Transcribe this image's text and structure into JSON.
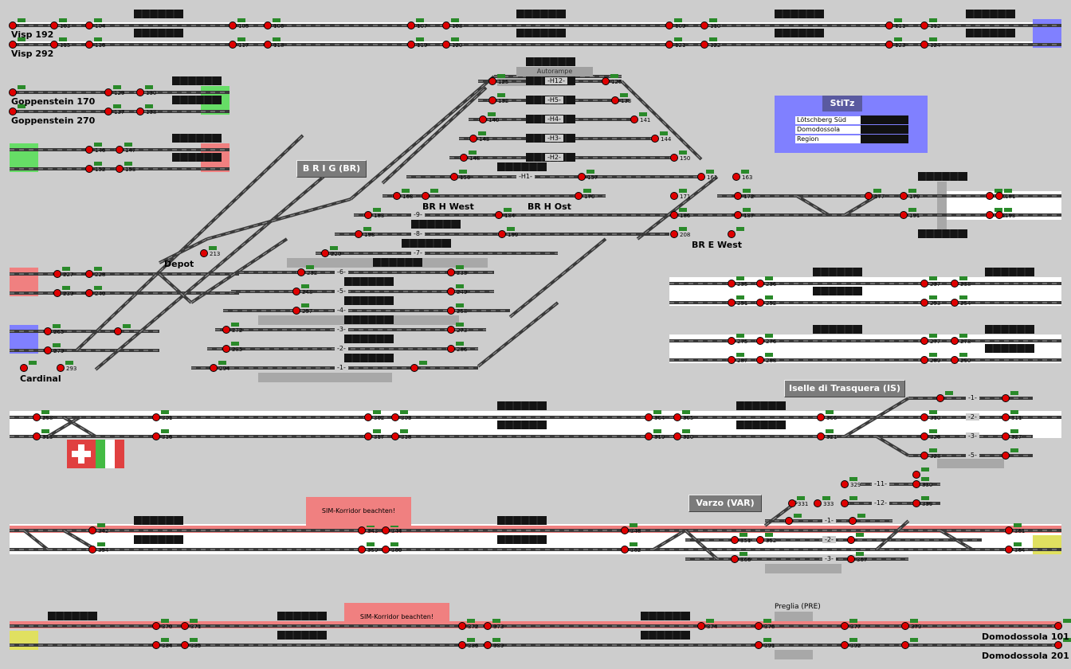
{
  "stations": {
    "visp192": "Visp 192",
    "visp292": "Visp 292",
    "goppenstein170": "Goppenstein 170",
    "goppenstein270": "Goppenstein 270",
    "depot": "Depot",
    "cardinal": "Cardinal",
    "brh_west": "BR H West",
    "brh_ost": "BR H Ost",
    "bre_west": "BR E West",
    "domo101": "Domodossola 101",
    "domo201": "Domodossola 201"
  },
  "boxes": {
    "brig": "B R I G (BR)",
    "iselle": "Iselle di Trasquera (IS)",
    "varzo": "Varzo (VAR)"
  },
  "stitz": {
    "title": "StiTz",
    "rows": [
      "Lötschberg Süd",
      "Domodossola",
      "Region"
    ]
  },
  "autorampe": "Autorampe",
  "preglia": "Preglia (PRE)",
  "sim_warning": "SIM-Korridor beachten!",
  "brig_tracks": [
    "-H12-",
    "-H5-",
    "-H4-",
    "-H3-",
    "-H2-",
    "-H1-",
    "-9-",
    "-8-",
    "-7-",
    "-6-",
    "-5-",
    "-4-",
    "-3-",
    "-2-",
    "-1-"
  ],
  "iselle_tracks": [
    "-1-",
    "-2-",
    "-3-",
    "-5-"
  ],
  "varzo_tracks": [
    "-11-",
    "-12-",
    "-1-",
    "-2-",
    "-3-"
  ],
  "colors": {
    "background": "#cdcdcd",
    "track": "#3a3a3a",
    "signal_red": "#e00000",
    "signal_green": "#2a8a2a",
    "occupied_block": "#141414",
    "red_zone": "#f08080",
    "blue_zone": "#8080ff",
    "green_zone": "#66dd66",
    "yellow_zone": "#e0e060"
  },
  "signal_numbers": {
    "row1": [
      "103",
      "104",
      "105",
      "106",
      "107",
      "108",
      "109",
      "110",
      "111",
      "112"
    ],
    "row2": [
      "115",
      "116",
      "117",
      "118",
      "119",
      "120",
      "121",
      "122",
      "123",
      "124"
    ],
    "gop": [
      "129",
      "130",
      "137",
      "138",
      "146",
      "147",
      "152",
      "153"
    ],
    "brig_a": [
      "125",
      "126",
      "132",
      "133",
      "140",
      "141",
      "143",
      "144",
      "148",
      "150",
      "156",
      "157",
      "161",
      "163",
      "168",
      "170",
      "172",
      "171",
      "176",
      "177",
      "179",
      "180",
      "181",
      "183",
      "184",
      "186",
      "187",
      "189",
      "191",
      "192",
      "193",
      "194",
      "196",
      "198",
      "199",
      "202",
      "208"
    ],
    "brig_b": [
      "213",
      "214",
      "217",
      "220",
      "222",
      "224",
      "227",
      "228",
      "232",
      "233",
      "235",
      "236",
      "237",
      "238",
      "239",
      "240",
      "241",
      "248",
      "249",
      "251",
      "252",
      "253",
      "254",
      "257",
      "258",
      "264",
      "265",
      "270",
      "272",
      "273",
      "275",
      "276",
      "277",
      "278",
      "279",
      "285",
      "286",
      "287",
      "288",
      "289",
      "290",
      "293",
      "294",
      "295"
    ],
    "iselle": [
      "298",
      "300",
      "301",
      "302",
      "303",
      "304",
      "305",
      "306",
      "308",
      "310",
      "311",
      "312",
      "313",
      "316",
      "317",
      "318",
      "319",
      "320",
      "321",
      "324",
      "326",
      "327",
      "328"
    ],
    "varzo": [
      "329",
      "330",
      "331",
      "333",
      "334",
      "336",
      "339",
      "340",
      "342",
      "343",
      "344",
      "348",
      "349",
      "350",
      "351",
      "352",
      "354",
      "359",
      "360",
      "361",
      "362",
      "363",
      "364",
      "366",
      "367"
    ],
    "domo": [
      "370",
      "371",
      "372",
      "373",
      "374",
      "376",
      "377",
      "378",
      "379",
      "380",
      "381",
      "384",
      "385",
      "386",
      "389",
      "391",
      "392"
    ]
  }
}
